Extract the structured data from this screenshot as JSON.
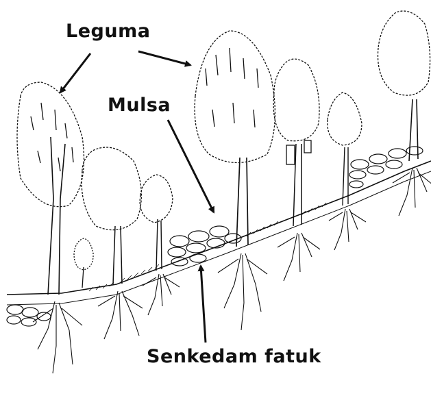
{
  "labels": {
    "leguma": "Leguma",
    "mulsa": "Mulsa",
    "senkedam": "Senkedam fatuk"
  },
  "colors": {
    "ink": "#111111",
    "background": "#ffffff"
  }
}
